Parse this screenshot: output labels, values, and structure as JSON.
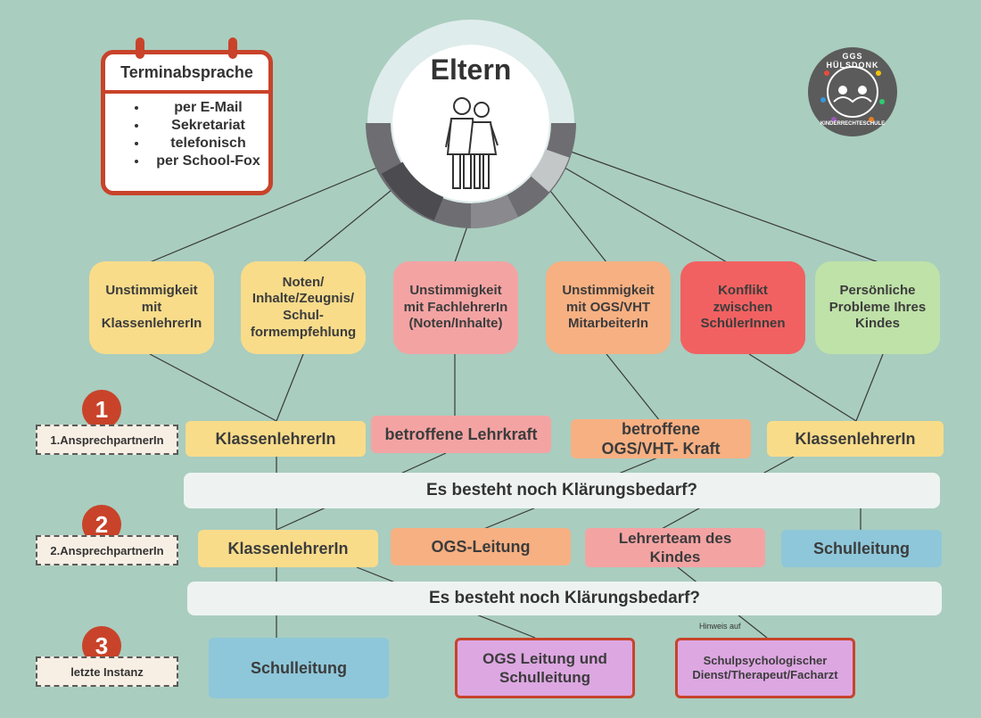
{
  "root": {
    "title": "Eltern"
  },
  "appointment": {
    "title": "Terminabsprache",
    "items": [
      "per E-Mail",
      "Sekretariat",
      "telefonisch",
      "per School-Fox"
    ]
  },
  "logo": {
    "text_top": "GGS HÜLSDONK",
    "text_bottom": "KINDERRECHTESCHULE"
  },
  "issues": [
    "Unstimmigkeit mit KlassenlehrerIn",
    "Noten/ Inhalte/Zeugnis/ Schul-formempfehlung",
    "Unstimmigkeit mit FachlehrerIn (Noten/Inhalte)",
    "Unstimmigkeit mit OGS/VHT MitarbeiterIn",
    "Konflikt zwischen SchülerInnen",
    "Persönliche Probleme Ihres Kindes"
  ],
  "levels": [
    {
      "number": "1",
      "label": "1.AnsprechpartnerIn"
    },
    {
      "number": "2",
      "label": "2.AnsprechpartnerIn"
    },
    {
      "number": "3",
      "label": "letzte Instanz"
    }
  ],
  "contacts1": [
    "KlassenlehrerIn",
    "betroffene Lehrkraft",
    "betroffene OGS/VHT- Kraft",
    "KlassenlehrerIn"
  ],
  "clarify": "Es besteht noch Klärungsbedarf?",
  "contacts2": [
    "KlassenlehrerIn",
    "OGS-Leitung",
    "Lehrerteam des Kindes",
    "Schulleitung"
  ],
  "contacts3": [
    "Schulleitung",
    "OGS Leitung und Schulleitung",
    "Schulpsychologischer Dienst/Therapeut/Facharzt"
  ],
  "hint": "Hinweis auf",
  "colors": {
    "background": "#a9cdbf",
    "yellow": "#f8dc8a",
    "pink": "#f4a3a3",
    "orange": "#f7b082",
    "red": "#f26161",
    "green": "#bfe2a8",
    "blue": "#8ec7da",
    "purple": "#dda7e2",
    "accent": "#c8432a"
  }
}
